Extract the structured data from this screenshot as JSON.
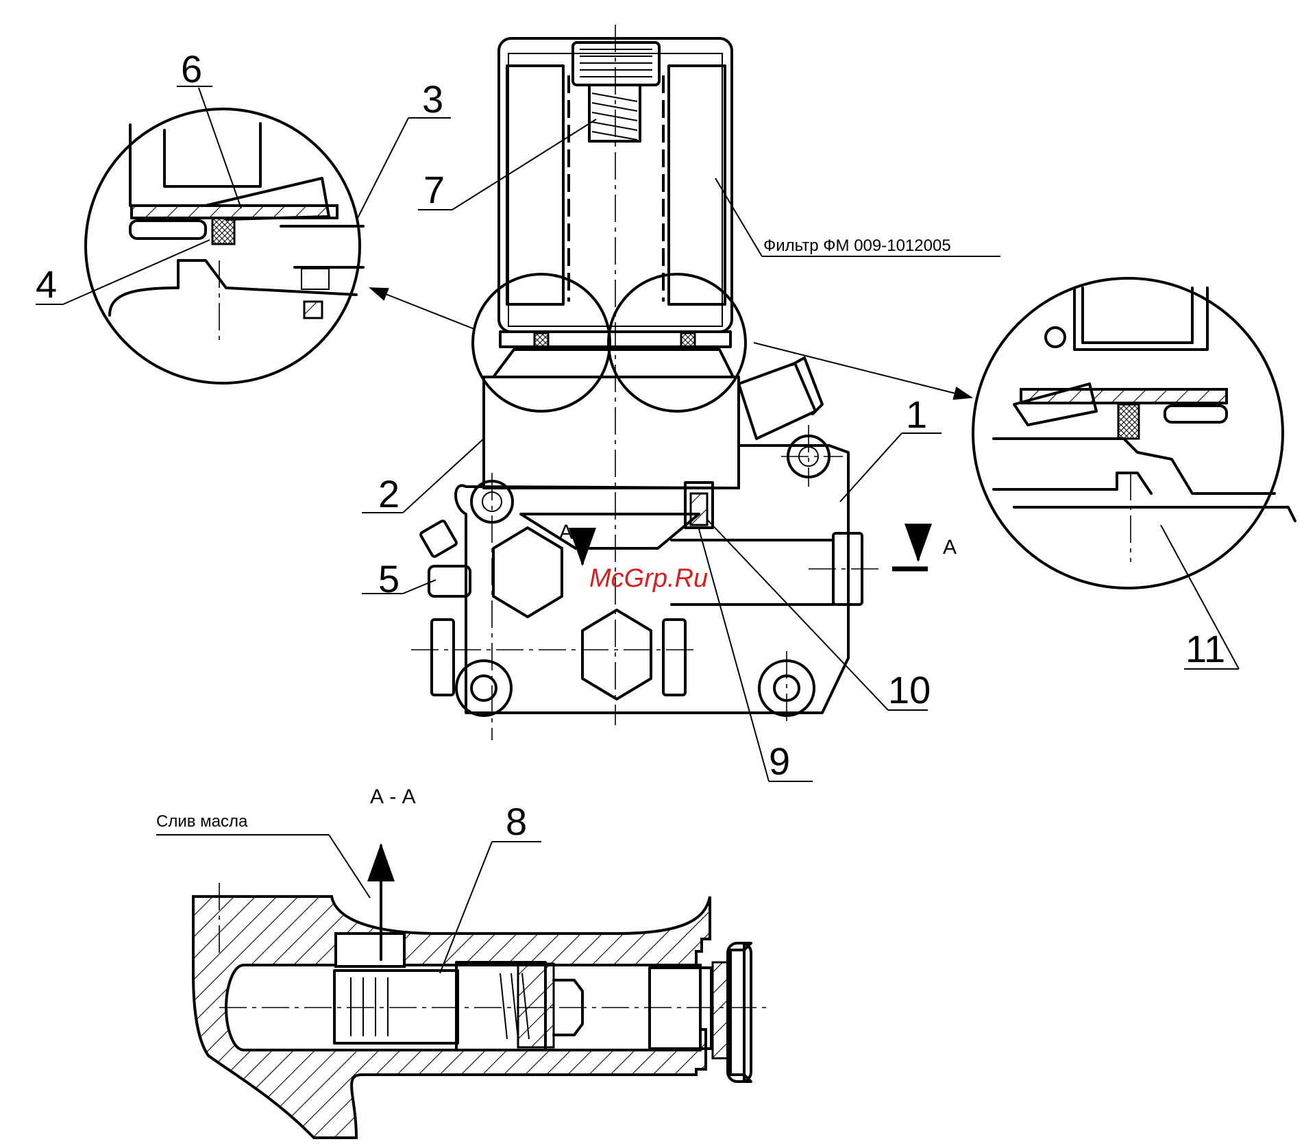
{
  "callouts": {
    "c1": "1",
    "c2": "2",
    "c3": "3",
    "c4": "4",
    "c5": "5",
    "c6": "6",
    "c7": "7",
    "c8": "8",
    "c9": "9",
    "c10": "10",
    "c11": "11"
  },
  "labels": {
    "filter": "Фильтр ФМ 009-1012005",
    "oil_drain": "Слив масла",
    "section_mark_left": "А",
    "section_mark_right": "А",
    "section_title": "А - А"
  },
  "watermark": "McGrp.Ru"
}
